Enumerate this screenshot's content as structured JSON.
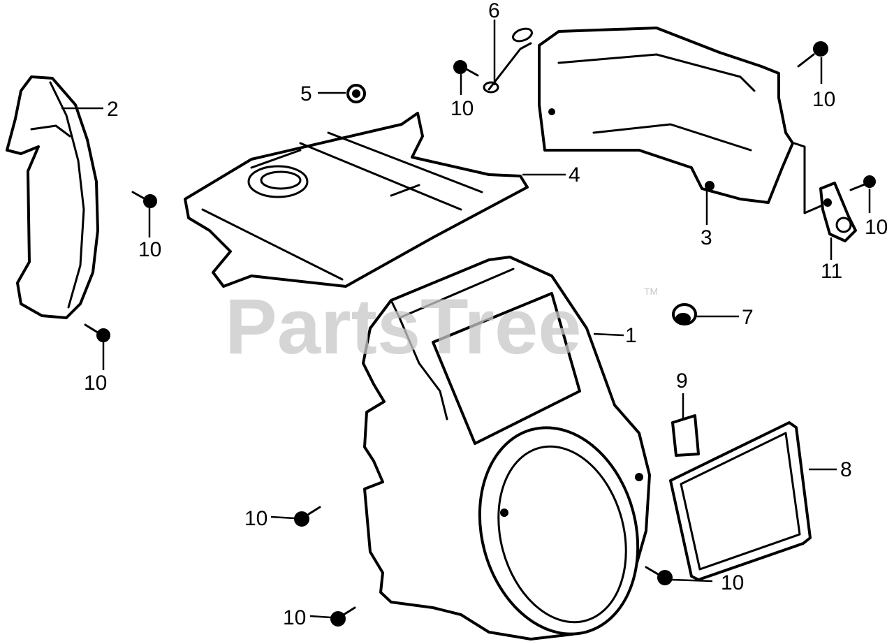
{
  "watermark": {
    "text": "PartsTree",
    "trademark": "TM",
    "color": "#c8c8c8"
  },
  "callouts": {
    "c1": "1",
    "c2": "2",
    "c3": "3",
    "c4": "4",
    "c5": "5",
    "c6": "6",
    "c7": "7",
    "c8": "8",
    "c9": "9",
    "c10a": "10",
    "c10b": "10",
    "c10c": "10",
    "c10d": "10",
    "c10e": "10",
    "c10f": "10",
    "c10g": "10",
    "c10h": "10",
    "c11": "11"
  }
}
